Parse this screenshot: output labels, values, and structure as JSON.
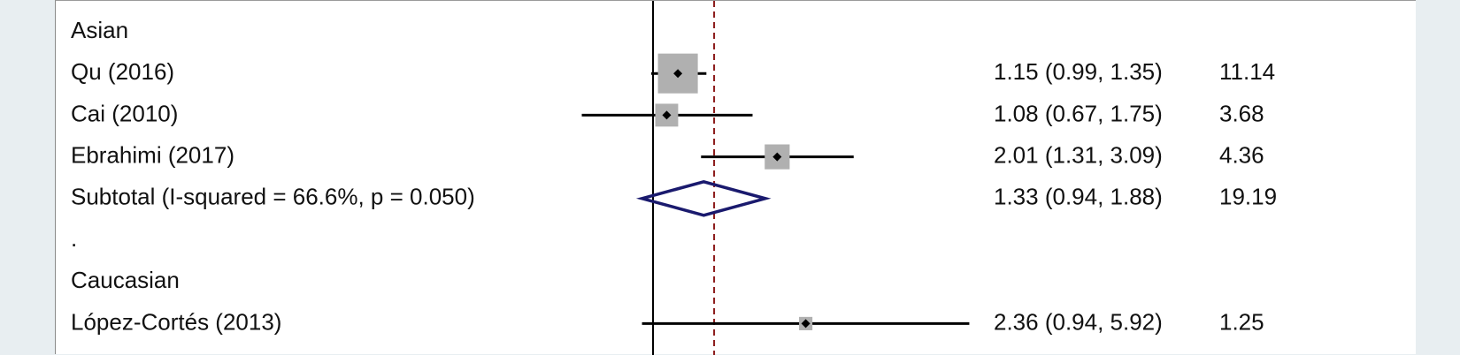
{
  "chart_data": {
    "type": "forest",
    "null_line": 1,
    "overall_line": 1.41,
    "scale": "log",
    "rows": [
      {
        "kind": "header",
        "label": "Asian"
      },
      {
        "kind": "study",
        "label": "Qu (2016)",
        "or": 1.15,
        "lo": 0.99,
        "hi": 1.35,
        "ci_text": "1.15 (0.99, 1.35)",
        "weight": "11.14",
        "weight_value": 11.14
      },
      {
        "kind": "study",
        "label": "Cai (2010)",
        "or": 1.08,
        "lo": 0.67,
        "hi": 1.75,
        "ci_text": "1.08 (0.67, 1.75)",
        "weight": "3.68",
        "weight_value": 3.68
      },
      {
        "kind": "study",
        "label": "Ebrahimi (2017)",
        "or": 2.01,
        "lo": 1.31,
        "hi": 3.09,
        "ci_text": "2.01 (1.31, 3.09)",
        "weight": "4.36",
        "weight_value": 4.36
      },
      {
        "kind": "subtotal",
        "label": "Subtotal  (I-squared = 66.6%, p = 0.050)",
        "or": 1.33,
        "lo": 0.94,
        "hi": 1.88,
        "ci_text": "1.33 (0.94, 1.88)",
        "weight": "19.19"
      },
      {
        "kind": "spacer",
        "label": "."
      },
      {
        "kind": "header",
        "label": "Caucasian"
      },
      {
        "kind": "study",
        "label": "López-Cortés (2013)",
        "or": 2.36,
        "lo": 0.94,
        "hi": 5.92,
        "ci_text": "2.36 (0.94, 5.92)",
        "weight": "1.25",
        "weight_value": 1.25
      }
    ]
  },
  "colors": {
    "null_line": "#000000",
    "overall_line": "#8b1a1a",
    "box": "#b0b0b0",
    "ci_line": "#000000",
    "diamond": "#1a1a6e"
  }
}
